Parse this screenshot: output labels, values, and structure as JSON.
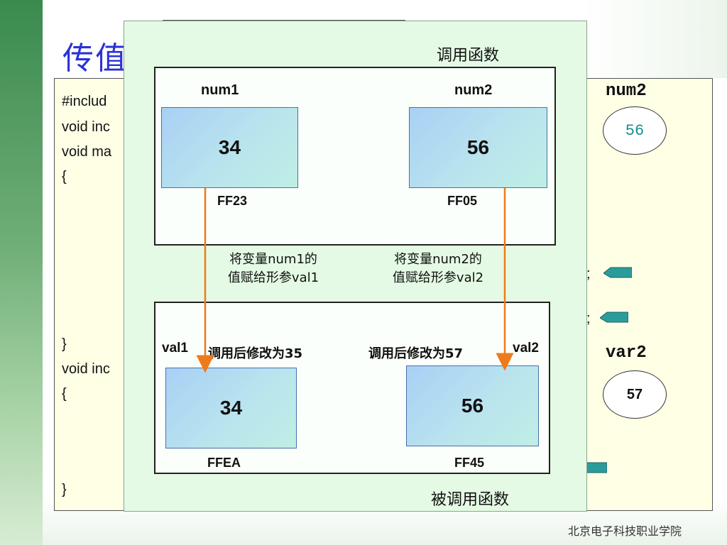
{
  "slide": {
    "title": "传值",
    "footer": "北京电子科技职业学院"
  },
  "code": {
    "lines": [
      "#includ",
      "void inc",
      "void ma",
      "{",
      "}",
      "void inc",
      "{",
      "}"
    ],
    "semicolons": [
      ";",
      ";"
    ]
  },
  "right_vars": {
    "num2_label": "num2",
    "num2_value": "56",
    "var2_label": "var2",
    "var2_value": "57"
  },
  "overlay": {
    "caller_label": "调用函数",
    "callee_label": "被调用函数",
    "caller": {
      "var1_name": "num1",
      "var1_value": "34",
      "var1_addr": "FF23",
      "var2_name": "num2",
      "var2_value": "56",
      "var2_addr": "FF05"
    },
    "notes": {
      "left_line1": "将变量num1的",
      "left_line2": "值赋给形参val1",
      "right_line1": "将变量num2的",
      "right_line2": "值赋给形参val2"
    },
    "callee": {
      "param1_name": "val1",
      "param1_modify": "调用后修改为35",
      "param1_value": "34",
      "param1_addr": "FFEA",
      "param2_modify": "调用后修改为57",
      "param2_name": "val2",
      "param2_value": "56",
      "param2_addr": "FF45"
    }
  },
  "colors": {
    "title": "#2a32d6",
    "arrow": "#f07a1a",
    "num2_value": "#1a8f8f",
    "tag": "#2b9c9c"
  }
}
